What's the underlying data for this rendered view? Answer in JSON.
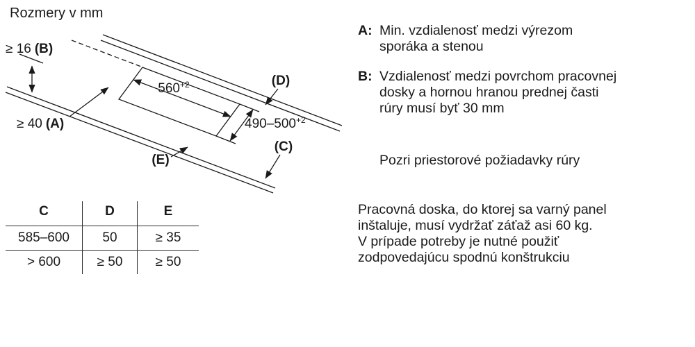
{
  "title": "Rozmery v mm",
  "diagram": {
    "dim_b": {
      "value": "≥ 16",
      "key": "(B)"
    },
    "dim_a": {
      "value": "≥ 40",
      "key": "(A)"
    },
    "dim_width": {
      "value": "560",
      "sup": "+2"
    },
    "dim_depth": {
      "value": "490–500",
      "sup": "+2"
    },
    "label_d": "(D)",
    "label_c": "(C)",
    "label_e": "(E)"
  },
  "table": {
    "headers": [
      "C",
      "D",
      "E"
    ],
    "rows": [
      [
        "585–600",
        "50",
        "≥ 35"
      ],
      [
        "> 600",
        "≥ 50",
        "≥ 50"
      ]
    ]
  },
  "notes": {
    "a": {
      "label": "A:",
      "lines": [
        "Min. vzdialenosť medzi výrezom",
        "sporáka a stenou"
      ]
    },
    "b": {
      "label": "B:",
      "lines": [
        "Vzdialenosť medzi povrchom pracovnej",
        "dosky a hornou hranou prednej časti",
        "rúry musí byť 30 mm"
      ]
    },
    "see_oven": "Pozri priestorové požiadavky rúry",
    "worktop": {
      "lines": [
        "Pracovná doska, do ktorej sa varný panel",
        "inštaluje, musí vydržať záťaž asi 60 kg.",
        "V prípade potreby je nutné použiť",
        "zodpovedajúcu spodnú konštrukciu"
      ]
    }
  }
}
